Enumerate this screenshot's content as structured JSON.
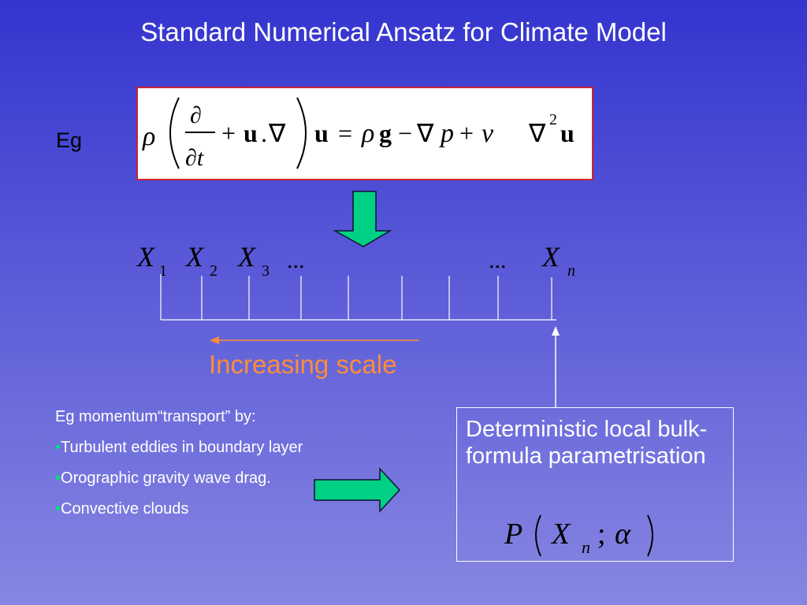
{
  "slide": {
    "title": "Standard Numerical Ansatz for Climate Model",
    "eg_label": "Eg"
  },
  "equation": {
    "description_tex": "\\rho\\left(\\frac{\\partial}{\\partial t}+\\mathbf{u}.\\nabla\\right)\\mathbf{u}=\\rho\\mathbf{g}-\\nabla p+\\nu\\,\\nabla^2\\mathbf{u}"
  },
  "scale_axis": {
    "labels": [
      {
        "var": "X",
        "sub": "1"
      },
      {
        "var": "X",
        "sub": "2"
      },
      {
        "var": "X",
        "sub": "3"
      },
      {
        "var": "...",
        "sub": ""
      },
      {
        "var": "...",
        "sub": ""
      },
      {
        "var": "X",
        "sub": "n"
      }
    ],
    "scale_label": "Increasing scale"
  },
  "left_panel": {
    "heading": "Eg momentum“transport” by:",
    "bullet_char": "•",
    "items": [
      "Turbulent eddies in boundary layer",
      "Orographic gravity wave drag.",
      "Convective clouds"
    ]
  },
  "param_box": {
    "text": "Deterministic  local bulk-formula parametrisation",
    "formula": {
      "P": "P",
      "X": "X",
      "sub": "n",
      "sep": ";",
      "alpha": "α"
    }
  },
  "colors": {
    "background_top": "#3434cf",
    "background_bottom": "#8686e2",
    "arrow_fill": "#00d084",
    "scale_label": "#ff8c3a",
    "equation_border": "#cc2233",
    "bullet_dot": "#00e07a"
  }
}
